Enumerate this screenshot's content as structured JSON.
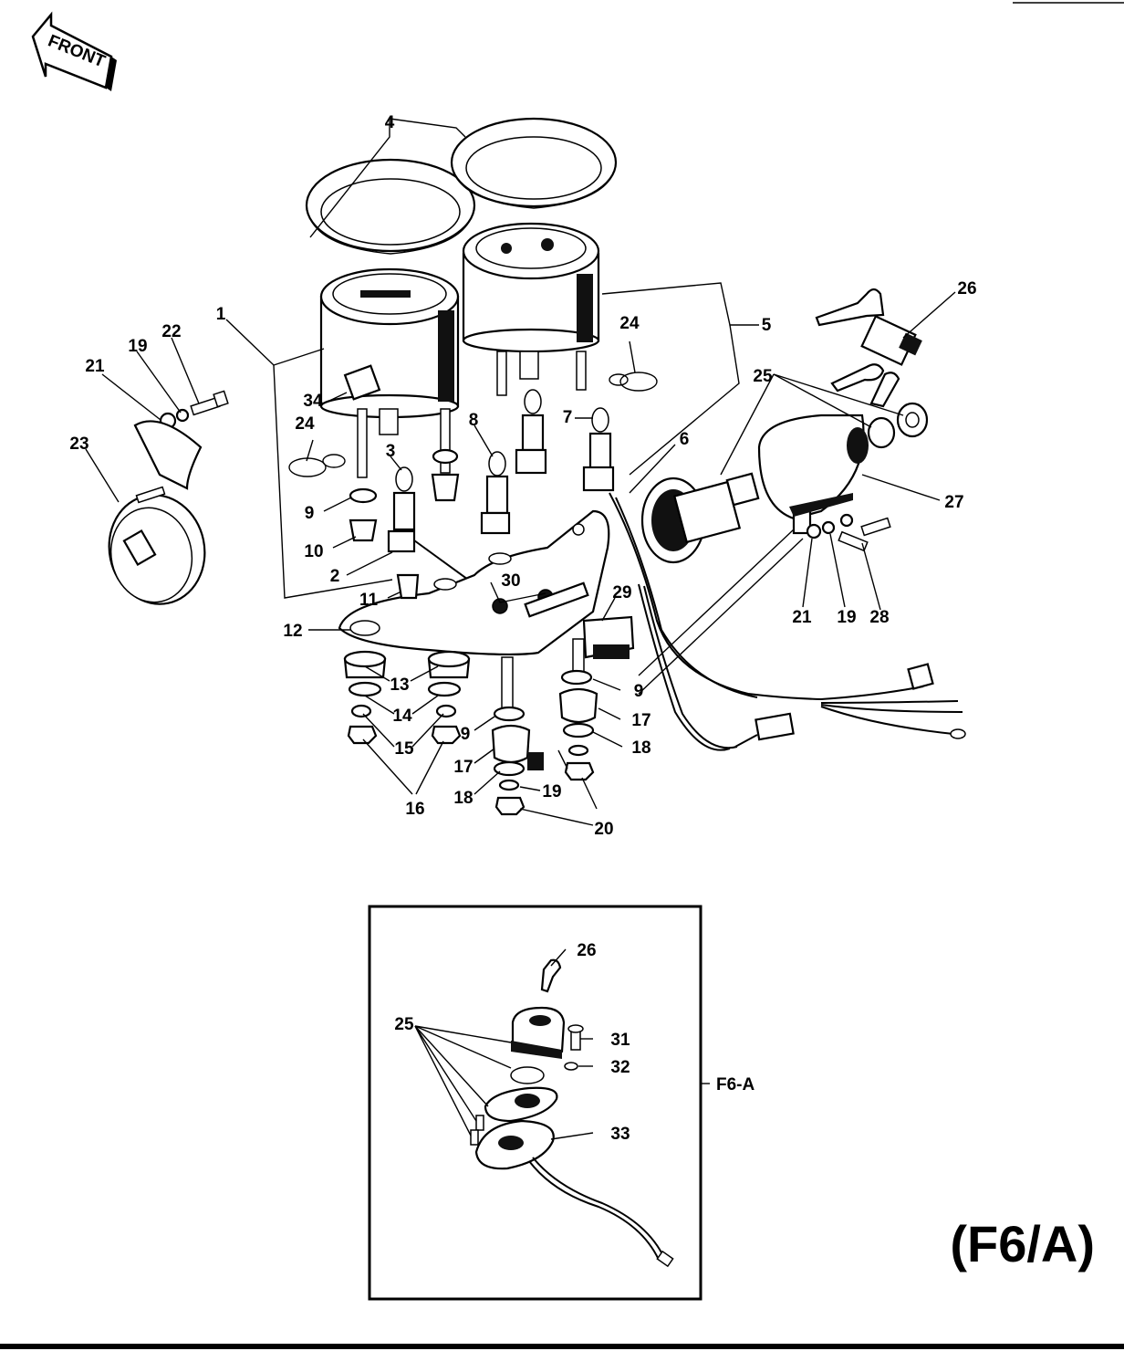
{
  "front_arrow": {
    "text": "FRONT"
  },
  "diagram_code": "(F6/A)",
  "inset": {
    "label": "F6-A"
  },
  "callouts": {
    "c1": "1",
    "c2": "2",
    "c3": "3",
    "c4": "4",
    "c5": "5",
    "c6": "6",
    "c7": "7",
    "c8": "8",
    "c9a": "9",
    "c9b": "9",
    "c9c": "9",
    "c10": "10",
    "c11": "11",
    "c12": "12",
    "c13": "13",
    "c14": "14",
    "c15": "15",
    "c16": "16",
    "c17a": "17",
    "c17b": "17",
    "c18a": "18",
    "c18b": "18",
    "c19a": "19",
    "c19b": "19",
    "c19c": "19",
    "c20": "20",
    "c21a": "21",
    "c21b": "21",
    "c22": "22",
    "c23": "23",
    "c24a": "24",
    "c24b": "24",
    "c25": "25",
    "c26": "26",
    "c27": "27",
    "c28": "28",
    "c29": "29",
    "c30": "30",
    "c34": "34",
    "i26": "26",
    "i25": "25",
    "i31": "31",
    "i32": "32",
    "i33": "33"
  }
}
